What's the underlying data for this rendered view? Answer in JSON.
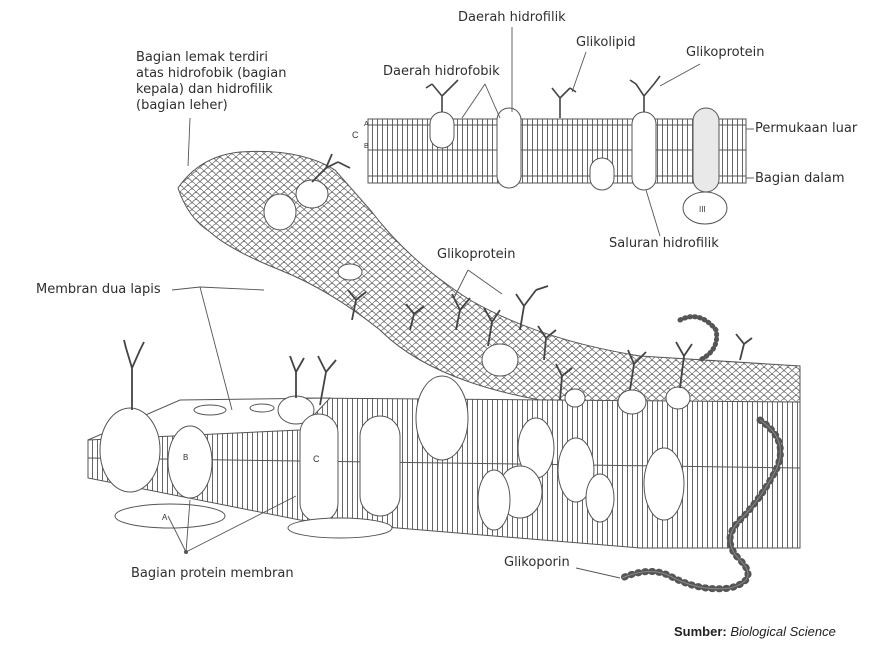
{
  "labels": {
    "lipid_parts": "Bagian lemak terdiri\natas hidrofobik (bagian\nkepala) dan hidrofilik\n(bagian leher)",
    "bilayer": "Membran dua lapis",
    "membrane_protein": "Bagian protein membran",
    "glycophorin": "Glikoporin",
    "glycoprotein_main": "Glikoprotein",
    "hydrophilic_region": "Daerah hidrofilik",
    "hydrophobic_region": "Daerah hidrofobik",
    "glycolipid": "Glikolipid",
    "glycoprotein_inset": "Glikoprotein",
    "outer_surface": "Permukaan luar",
    "inner_part": "Bagian dalam",
    "hydrophilic_channel": "Saluran hidrofilik"
  },
  "inset_marks": {
    "c": "C",
    "a": "A",
    "b": "B",
    "iii": "III"
  },
  "main_marks": {
    "b": "B",
    "c": "C",
    "a": "A"
  },
  "credit": {
    "prefix": "Sumber:",
    "source": "Biological Science"
  },
  "colors": {
    "line": "#4a4a4a",
    "fill": "#ffffff",
    "background": "#ffffff"
  }
}
